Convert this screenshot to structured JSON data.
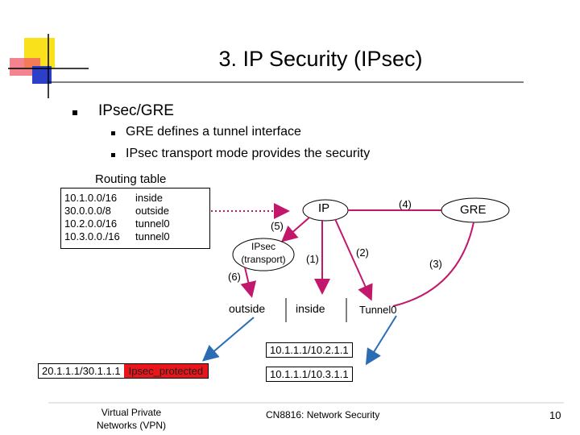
{
  "title": "3. IP Security (IPsec)",
  "bullets": {
    "main": "IPsec/GRE",
    "sub1": "GRE defines a tunnel interface",
    "sub2": "IPsec transport mode provides the security"
  },
  "routing_table": {
    "label": "Routing table",
    "destinations": [
      "10.1.0.0/16",
      "30.0.0.0/8",
      "10.2.0.0/16",
      "10.3.0.0./16"
    ],
    "interfaces": [
      "inside",
      "outside",
      "tunnel0",
      "tunnel0"
    ]
  },
  "nodes": {
    "ip": "IP",
    "gre": "GRE",
    "ipsec_line1": "IPsec",
    "ipsec_line2": "(transport)",
    "outside": "outside",
    "inside": "inside",
    "tunnel0": "Tunnel0"
  },
  "step_labels": {
    "s1": "(1)",
    "s2": "(2)",
    "s3": "(3)",
    "s4": "(4)",
    "s5": "(5)",
    "s6": "(6)"
  },
  "addresses": {
    "addr_10_2": "10.1.1.1/10.2.1.1",
    "addr_10_3": "10.1.1.1/10.3.1.1",
    "addr_20_30": "20.1.1.1/30.1.1.1",
    "protected_label": "Ipsec_protected"
  },
  "footer": {
    "vpn_line1": "Virtual Private",
    "vpn_line2": "Networks (VPN)",
    "course": "CN8816: Network Security",
    "page_number": "10"
  },
  "colors": {
    "arrow_pink": "#c2186b",
    "arrow_blue": "#2a6db5",
    "protected_fill": "#e8151b",
    "logo_yellow": "#f9e21b",
    "logo_red": "#f05a6b",
    "logo_blue": "#2b3fc9"
  }
}
